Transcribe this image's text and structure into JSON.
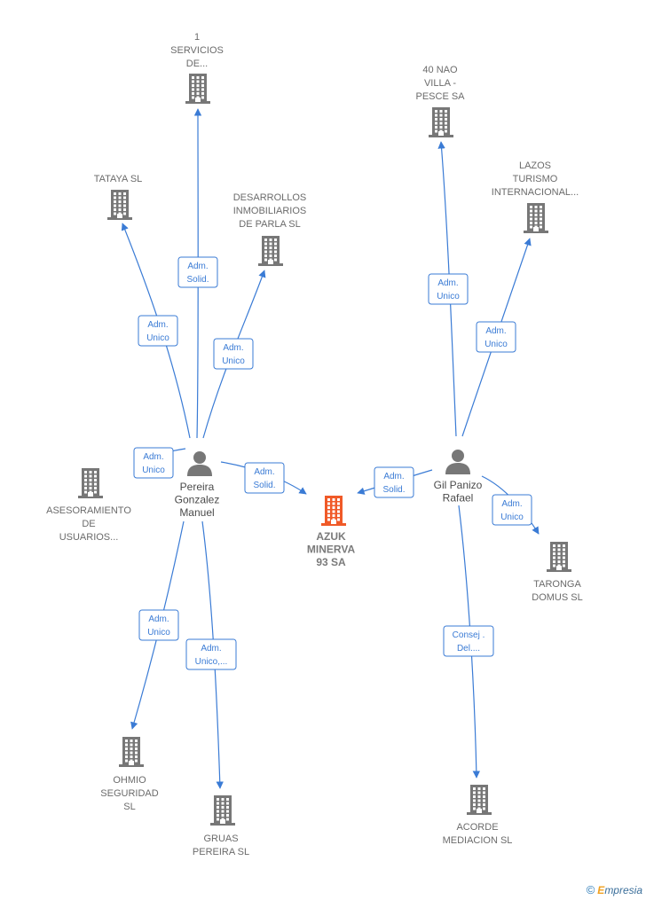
{
  "colors": {
    "edge": "#3a7bd5",
    "company_icon": "#777777",
    "focus_icon": "#f05a28",
    "person_icon": "#777777"
  },
  "nodes": [
    {
      "id": "servicios",
      "kind": "company",
      "label": [
        "1",
        "SERVICIOS",
        "DE..."
      ]
    },
    {
      "id": "tataya",
      "kind": "company",
      "label": [
        "TATAYA SL"
      ]
    },
    {
      "id": "desarrollos",
      "kind": "company",
      "label": [
        "DESARROLLOS",
        "INMOBILIARIOS",
        "DE PARLA SL"
      ]
    },
    {
      "id": "nao",
      "kind": "company",
      "label": [
        "40 NAO",
        "VILLA -",
        "PESCE SA"
      ]
    },
    {
      "id": "lazos",
      "kind": "company",
      "label": [
        "LAZOS",
        "TURISMO",
        "INTERNACIONAL..."
      ]
    },
    {
      "id": "asesoramiento",
      "kind": "company",
      "label": [
        "ASESORAMIENTO",
        "DE",
        "USUARIOS..."
      ]
    },
    {
      "id": "pereira",
      "kind": "person",
      "label": [
        "Pereira",
        "Gonzalez",
        "Manuel"
      ]
    },
    {
      "id": "azuk",
      "kind": "focus",
      "label": [
        "AZUK",
        "MINERVA",
        "93 SA"
      ]
    },
    {
      "id": "gil",
      "kind": "person",
      "label": [
        "Gil Panizo",
        "Rafael"
      ]
    },
    {
      "id": "taronga",
      "kind": "company",
      "label": [
        "TARONGA",
        "DOMUS  SL"
      ]
    },
    {
      "id": "ohmio",
      "kind": "company",
      "label": [
        "OHMIO",
        "SEGURIDAD",
        "SL"
      ]
    },
    {
      "id": "gruas",
      "kind": "company",
      "label": [
        "GRUAS",
        "PEREIRA  SL"
      ]
    },
    {
      "id": "acorde",
      "kind": "company",
      "label": [
        "ACORDE",
        "MEDIACION  SL"
      ]
    }
  ],
  "edges": [
    {
      "from": "pereira",
      "to": "servicios",
      "label": [
        "Adm.",
        "Solid."
      ]
    },
    {
      "from": "pereira",
      "to": "tataya",
      "label": [
        "Adm.",
        "Unico"
      ]
    },
    {
      "from": "pereira",
      "to": "desarrollos",
      "label": [
        "Adm.",
        "Unico"
      ]
    },
    {
      "from": "pereira",
      "to": "asesoramiento",
      "label": [
        "Adm.",
        "Unico"
      ]
    },
    {
      "from": "pereira",
      "to": "azuk",
      "label": [
        "Adm.",
        "Solid."
      ]
    },
    {
      "from": "pereira",
      "to": "ohmio",
      "label": [
        "Adm.",
        "Unico"
      ]
    },
    {
      "from": "pereira",
      "to": "gruas",
      "label": [
        "Adm.",
        "Unico,..."
      ]
    },
    {
      "from": "gil",
      "to": "nao",
      "label": [
        "Adm.",
        "Unico"
      ]
    },
    {
      "from": "gil",
      "to": "lazos",
      "label": [
        "Adm.",
        "Unico"
      ]
    },
    {
      "from": "gil",
      "to": "azuk",
      "label": [
        "Adm.",
        "Solid."
      ]
    },
    {
      "from": "gil",
      "to": "taronga",
      "label": [
        "Adm.",
        "Unico"
      ]
    },
    {
      "from": "gil",
      "to": "acorde",
      "label": [
        "Consej .",
        "Del...."
      ]
    }
  ],
  "brand": {
    "copyright": "©",
    "initial": "E",
    "rest": "mpresia"
  }
}
